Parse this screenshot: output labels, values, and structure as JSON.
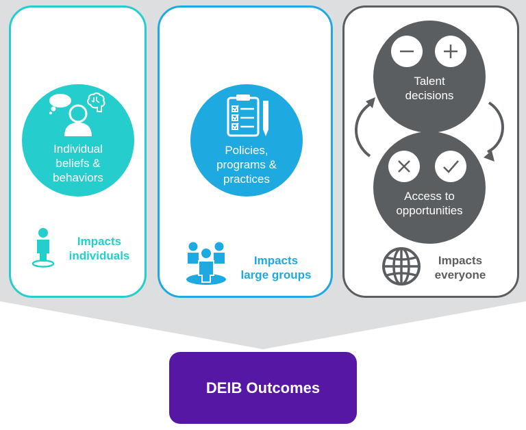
{
  "colors": {
    "teal": "#26cdcd",
    "blue": "#1fa9e1",
    "gray": "#5b5e60",
    "purple": "#5717a5",
    "funnel": "#dcdedf"
  },
  "cards": [
    {
      "circle_text": "Individual\nbeliefs &\nbehaviors",
      "impact_text": "Impacts\nindividuals",
      "icons": [
        "thought-bubble-icon",
        "person-head-icon",
        "brain-icon",
        "person-standing-icon"
      ]
    },
    {
      "circle_text": "Policies,\nprograms &\npractices",
      "impact_text": "Impacts\nlarge groups",
      "icons": [
        "clipboard-checklist-icon",
        "pencil-icon",
        "group-people-icon"
      ]
    },
    {
      "top_circle_text": "Talent\ndecisions",
      "bottom_circle_text": "Access to\nopportunities",
      "impact_text": "Impacts\neveryone",
      "icons": [
        "minus-icon",
        "plus-icon",
        "x-icon",
        "check-icon",
        "cycle-arrow-icon",
        "globe-icon"
      ]
    }
  ],
  "outcome": {
    "label": "DEIB Outcomes"
  }
}
